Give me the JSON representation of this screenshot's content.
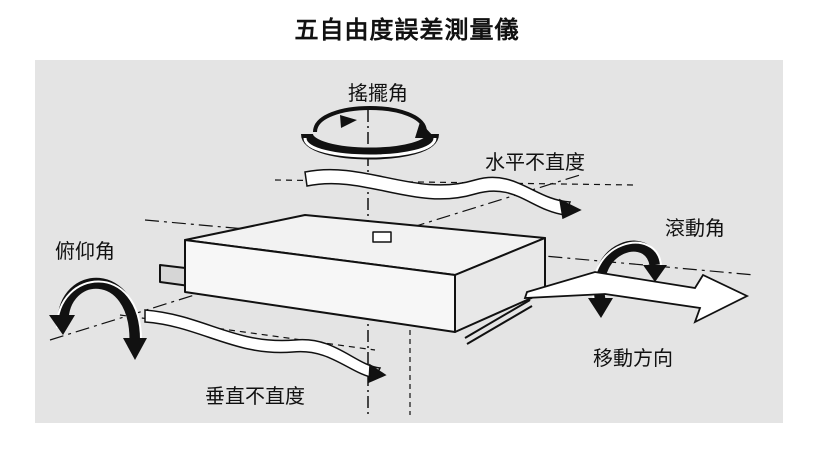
{
  "title": "五自由度誤差測量儀",
  "labels": {
    "yaw": "搖擺角",
    "horizontal_straightness": "水平不直度",
    "roll": "滾動角",
    "pitch": "俯仰角",
    "movement_direction": "移動方向",
    "vertical_straightness": "垂直不直度"
  },
  "colors": {
    "panel_background": "#e4e4e4",
    "ink": "#111111"
  }
}
